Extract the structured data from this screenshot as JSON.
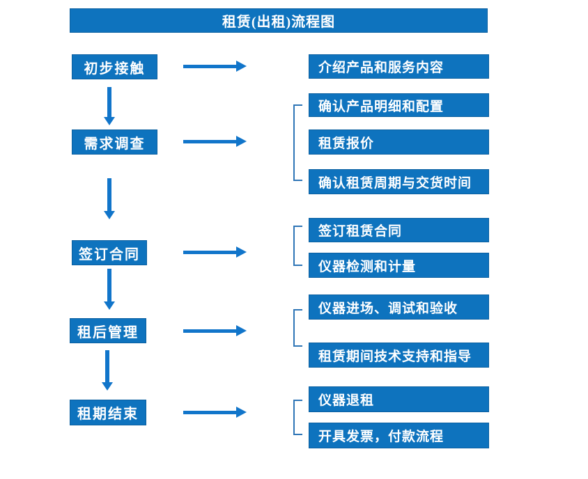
{
  "title": "租赁(出租)流程图",
  "colors": {
    "box_fill": "#0E73BE",
    "box_border": "#0A5FA0",
    "arrow": "#1175CA",
    "bracket": "#2E75B6",
    "text": "#FFFFFF",
    "background": "#FFFFFF"
  },
  "steps": [
    {
      "label": "初步接触",
      "outputs": [
        "介绍产品和服务内容"
      ]
    },
    {
      "label": "需求调查",
      "outputs": [
        "确认产品明细和配置",
        "租赁报价",
        "确认租赁周期与交货时间"
      ]
    },
    {
      "label": "签订合同",
      "outputs": [
        "签订租赁合同",
        "仪器检测和计量"
      ]
    },
    {
      "label": "租后管理",
      "outputs": [
        "仪器进场、调试和验收",
        "租赁期间技术支持和指导"
      ]
    },
    {
      "label": "租期结束",
      "outputs": [
        "仪器退租",
        "开具发票，付款流程"
      ]
    }
  ]
}
